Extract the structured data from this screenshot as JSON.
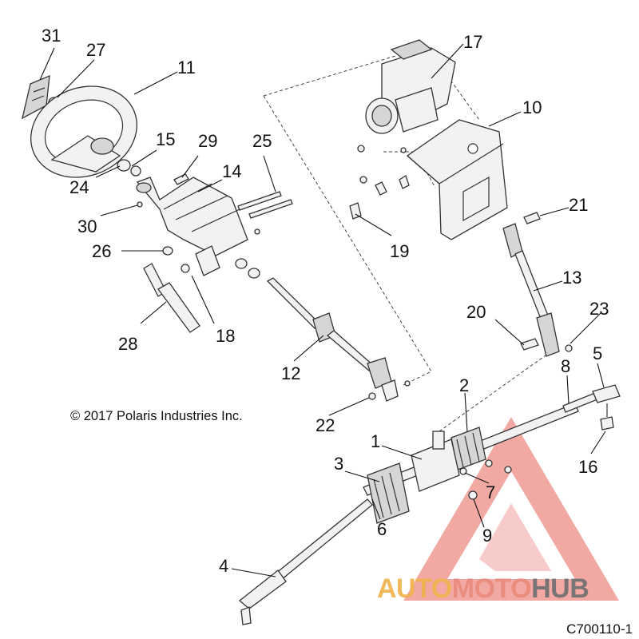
{
  "callouts": {
    "c1": "1",
    "c2": "2",
    "c3": "3",
    "c4": "4",
    "c5": "5",
    "c6": "6",
    "c7": "7",
    "c8": "8",
    "c9": "9",
    "c10": "10",
    "c11": "11",
    "c12": "12",
    "c13": "13",
    "c14": "14",
    "c15": "15",
    "c16": "16",
    "c17": "17",
    "c18": "18",
    "c19": "19",
    "c20": "20",
    "c21": "21",
    "c22": "22",
    "c23": "23",
    "c24": "24",
    "c25": "25",
    "c26": "26",
    "c27": "27",
    "c28": "28",
    "c29": "29",
    "c30": "30",
    "c31": "31"
  },
  "copyright": "© 2017 Polaris Industries Inc.",
  "figure_code": "C700110-1",
  "watermark": {
    "part1": "AUTO",
    "part2": "MOTO",
    "part3": "HUB",
    "colors": {
      "auto": "#f0b24a",
      "moto": "#e98a7a",
      "hub": "#6e6e6e",
      "triangle": "#e8635a"
    }
  }
}
